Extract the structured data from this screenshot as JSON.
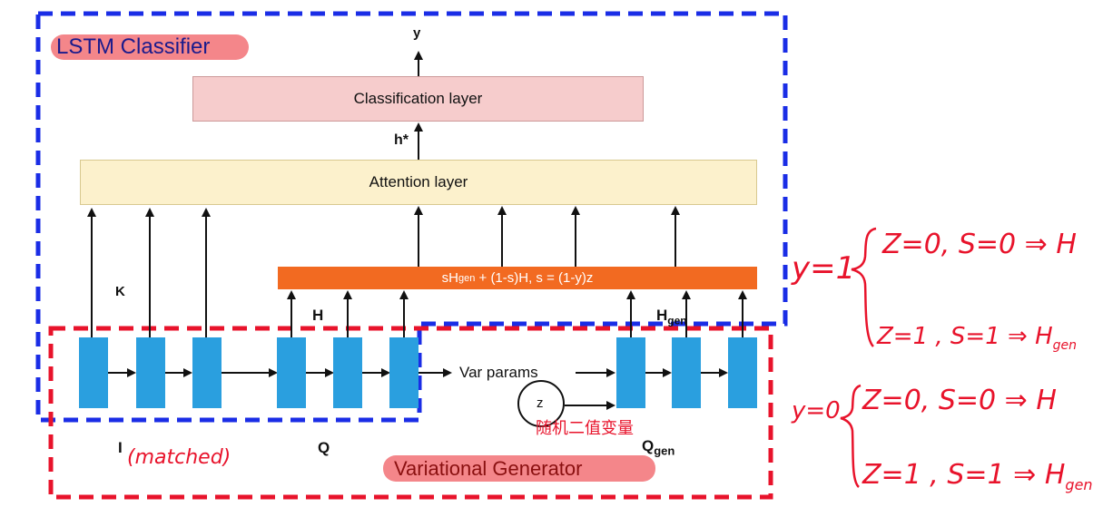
{
  "labels": {
    "lstm_classifier": "LSTM Classifier",
    "variational_generator": "Variational Generator",
    "classification_layer": "Classification layer",
    "attention_layer": "Attention layer",
    "y_output": "y",
    "h_star": "h*",
    "k": "K",
    "h": "H",
    "h_gen_main": "H",
    "h_gen_sub": "gen",
    "i_input": "I",
    "q": "Q",
    "q_gen_main": "Q",
    "q_gen_sub": "gen",
    "var_params": "Var params",
    "z_node": "z"
  },
  "mix_formula": {
    "p1": "sH",
    "p1_sub": "gen",
    "p2": " + (1-s)H, s = (1-y)z"
  },
  "annotations": {
    "matched": "(matched)",
    "random_var": "随机二值变量",
    "y1": "y=1",
    "y1_case1": "Z=0, S=0 ⇒ H",
    "y1_case2_main": "Z=1 , S=1 ⇒ H",
    "y1_case2_sub": "gen",
    "y0": "y=0",
    "y0_case1": "Z=0, S=0 ⇒ H",
    "y0_case2_main": "Z=1 , S=1 ⇒ H",
    "y0_case2_sub": "gen"
  },
  "colors": {
    "classifier_border": "#1a2de6",
    "generator_border": "#e8132b",
    "cell_fill": "#2a9fdf",
    "mix_fill": "#f26a21",
    "annotation_red": "#e8132b"
  }
}
